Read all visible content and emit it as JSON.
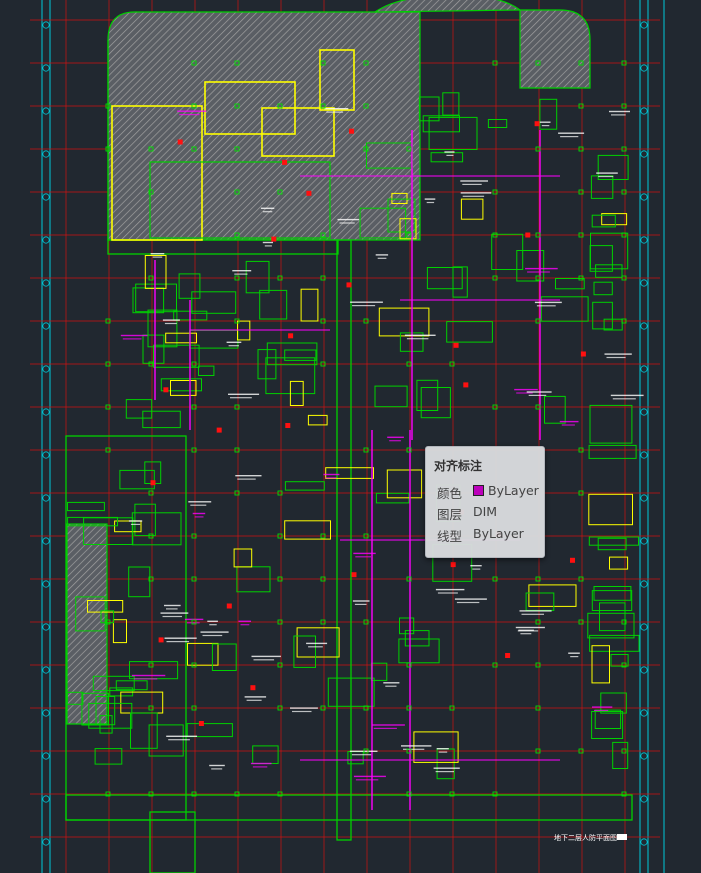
{
  "tooltip": {
    "title": "对齐标注",
    "rows": [
      {
        "key": "颜色",
        "value": "ByLayer",
        "color": "#c000c0"
      },
      {
        "key": "图层",
        "value": "DIM"
      },
      {
        "key": "线型",
        "value": "ByLayer"
      }
    ]
  },
  "drawing": {
    "caption": "地下二层人防平面图"
  },
  "colors": {
    "background": "#212830",
    "wall": "#00d000",
    "outline": "#ffff00",
    "duct": "#ff00ff",
    "column": "#ff0000",
    "hatch": "#9a9a9a",
    "axis": "#00c8d8"
  }
}
